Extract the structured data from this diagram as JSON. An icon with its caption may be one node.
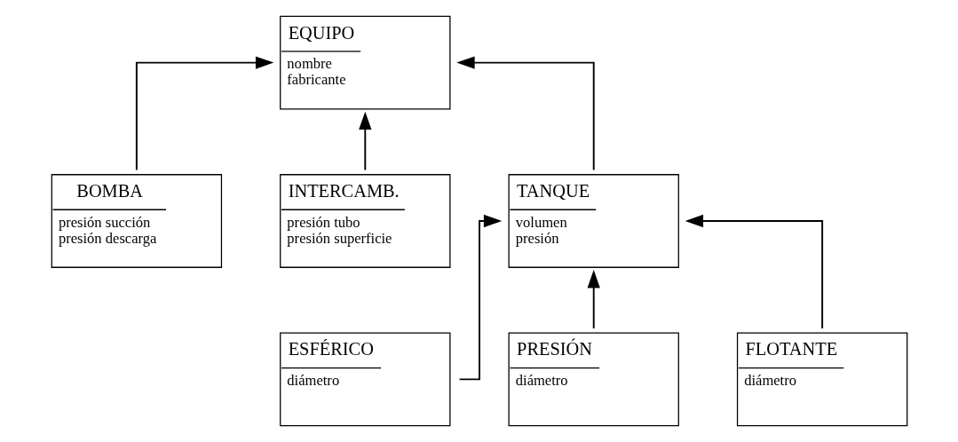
{
  "diagram": {
    "nodes": [
      {
        "text": [
          "EQUIPO",
          "nombre",
          "fabricante"
        ]
      },
      {
        "text": [
          "BOMBA",
          "presión succión",
          "presión descarga"
        ]
      },
      {
        "text": [
          "INTERCAMB.",
          "presión tubo",
          "presión superficie"
        ]
      },
      {
        "text": [
          "TANQUE",
          "volumen",
          "presión"
        ]
      },
      {
        "text": [
          "ESFÉRICO",
          "diámetro"
        ]
      },
      {
        "text": [
          "PRESIÓN",
          "diámetro"
        ]
      },
      {
        "text": [
          "FLOTANTE",
          "diámetro"
        ]
      }
    ],
    "edges": [
      {
        "from": 1,
        "to": 0,
        "arrow": "to"
      },
      {
        "from": 2,
        "to": 0,
        "arrow": "to"
      },
      {
        "from": 3,
        "to": 0,
        "arrow": "to"
      },
      {
        "from": 4,
        "to": 3,
        "arrow": "to"
      },
      {
        "from": 5,
        "to": 3,
        "arrow": "to"
      },
      {
        "from": 6,
        "to": 3,
        "arrow": "to"
      }
    ]
  }
}
